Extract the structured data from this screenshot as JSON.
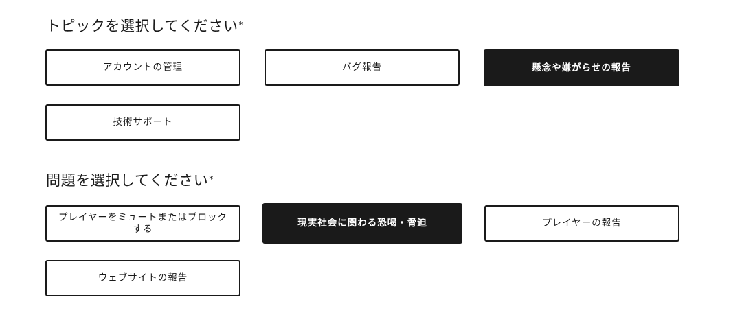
{
  "topic_section": {
    "title": "トピックを選択してください",
    "required_mark": "*",
    "options": [
      {
        "label": "アカウントの管理",
        "selected": false
      },
      {
        "label": "バグ報告",
        "selected": false
      },
      {
        "label": "懸念や嫌がらせの報告",
        "selected": true
      },
      {
        "label": "技術サポート",
        "selected": false
      }
    ]
  },
  "issue_section": {
    "title": "問題を選択してください",
    "required_mark": "*",
    "options": [
      {
        "label": "プレイヤーをミュートまたはブロックする",
        "selected": false
      },
      {
        "label": "現実社会に関わる恐喝・脅迫",
        "selected": true
      },
      {
        "label": "プレイヤーの報告",
        "selected": false
      },
      {
        "label": "ウェブサイトの報告",
        "selected": false
      }
    ]
  },
  "colors": {
    "text": "#1a1a1a",
    "selected_bg": "#1a1a1a",
    "selected_text": "#ffffff",
    "background": "#ffffff"
  }
}
